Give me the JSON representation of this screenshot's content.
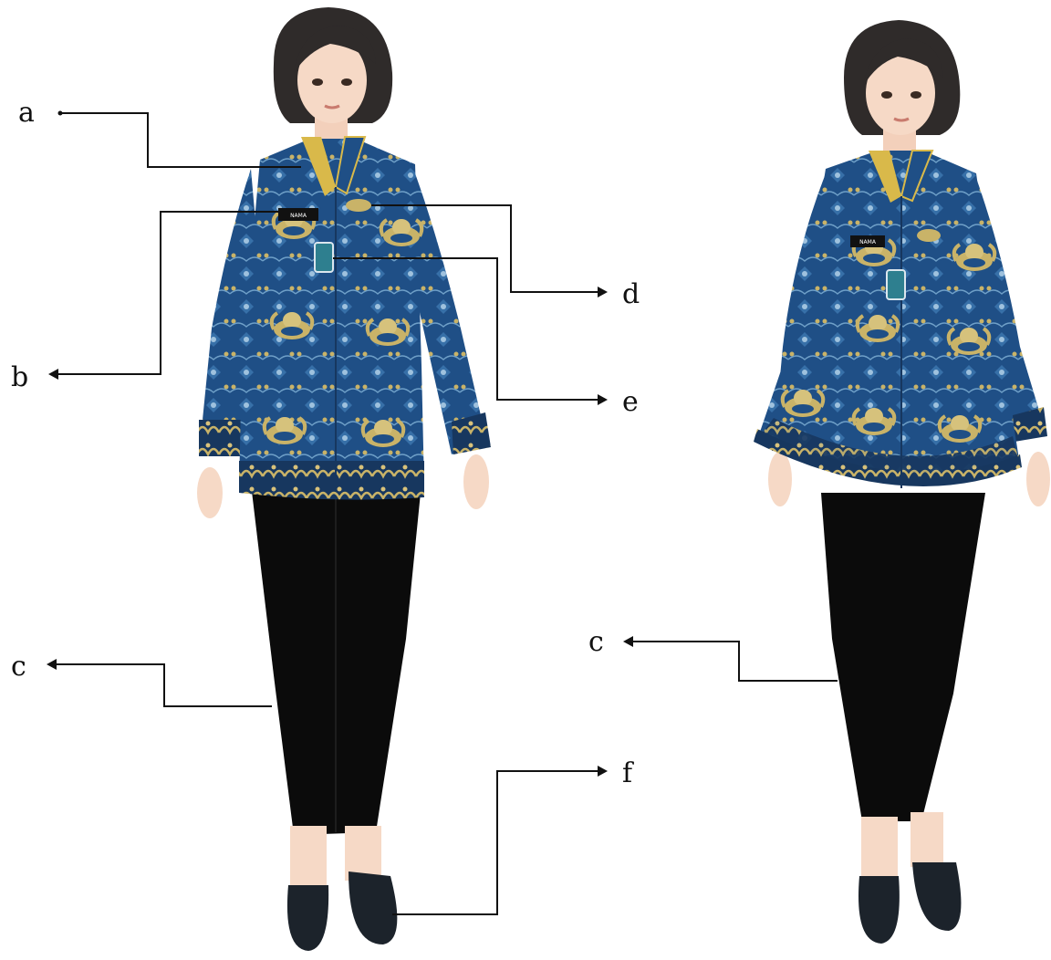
{
  "labels": {
    "a": "a",
    "b": "b",
    "c_left": "c",
    "c_right": "c",
    "d": "d",
    "e": "e",
    "f": "f"
  },
  "nametag": {
    "left": "NAMA",
    "right": "NAMA"
  },
  "colors": {
    "fabric": "#1f4f86",
    "fabric_dark": "#17375f",
    "motif_gold": "#c9b368",
    "collar_gold": "#d9b94a",
    "trousers": "#0b0b0b",
    "shoes": "#1c232b",
    "skin": "#f6d9c6",
    "hair": "#2f2b2a",
    "badge": "#2e7f8f"
  },
  "icons": {
    "left_figure": "woman-long-batik-shirt-figure",
    "right_figure": "woman-flared-batik-blouse-figure"
  }
}
